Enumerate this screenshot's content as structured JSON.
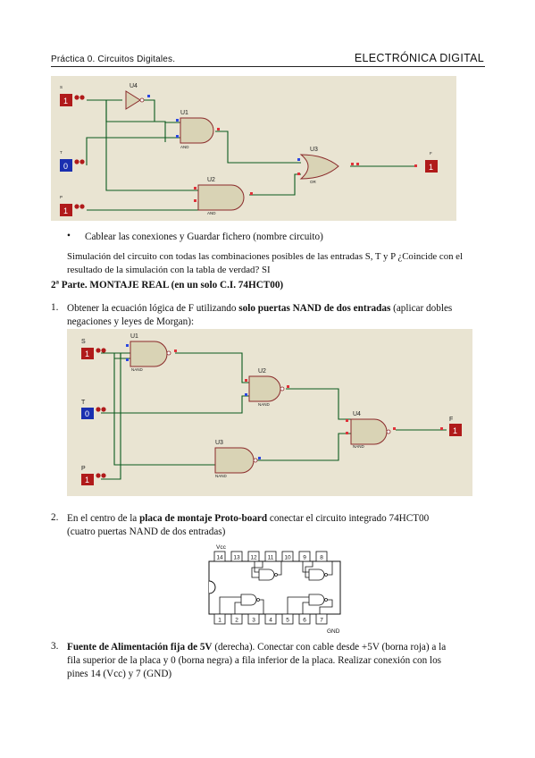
{
  "header": {
    "left": "Práctica 0. Circuitos Digitales.",
    "right": "ELECTRÓNICA DIGITAL"
  },
  "circuit1": {
    "gates": {
      "not": "U4",
      "and1": "U1",
      "or": "U3",
      "and2": "U2"
    },
    "small_tags": {
      "and1": "AND",
      "or": "OR",
      "and2": "AND"
    },
    "inputs": {
      "s": "S",
      "t": "T",
      "p": "P",
      "s_value": "1",
      "t_value": "0",
      "p_value": "1"
    },
    "output": {
      "name": "F",
      "value": "1"
    }
  },
  "bullet_text": "Cablear las conexiones y Guardar fichero (nombre circuito)",
  "sim_text_1": "Simulación del circuito con todas las combinaciones posibles de las entradas S, T y P ¿Coincide con el",
  "sim_text_2": "resultado de la simulación con la tabla de verdad?  SI",
  "part2_title": "2ª Parte. MONTAJE REAL (en un solo C.I. 74HCT00)",
  "item1": {
    "number": "1.",
    "pre": "Obtener la ecuación lógica de F utilizando ",
    "bold": "solo puertas NAND de dos entradas",
    "post": " (aplicar dobles",
    "line2": "negaciones y leyes de Morgan):"
  },
  "circuit2": {
    "gates": {
      "u1": "U1",
      "u2": "U2",
      "u3": "U3",
      "u4": "U4"
    },
    "tag": "NAND",
    "inputs": {
      "s": "S",
      "t": "T",
      "p": "P",
      "s_value": "1",
      "t_value": "0",
      "p_value": "1"
    },
    "output": {
      "name": "F",
      "value": "1"
    }
  },
  "item2": {
    "number": "2.",
    "pre": "En el centro de la ",
    "bold": "placa de montaje Proto-board",
    "post": " conectar el circuito integrado 74HCT00",
    "line2": "(cuatro puertas NAND de dos entradas)"
  },
  "ic": {
    "vcc": "Vcc",
    "gnd": "GND",
    "top_pins": [
      "14",
      "13",
      "12",
      "11",
      "10",
      "9",
      "8"
    ],
    "bottom_pins": [
      "1",
      "2",
      "3",
      "4",
      "5",
      "6",
      "7"
    ]
  },
  "item3": {
    "number": "3.",
    "bold": "Fuente de Alimentación fija de 5V",
    "post": " (derecha). Conectar con cable desde +5V (borna roja) a la",
    "line2": "fila superior de la placa y 0 (borna negra) a fila inferior de la placa. Realizar conexión con los",
    "line3": "pines 14 (Vcc) y 7 (GND)"
  }
}
